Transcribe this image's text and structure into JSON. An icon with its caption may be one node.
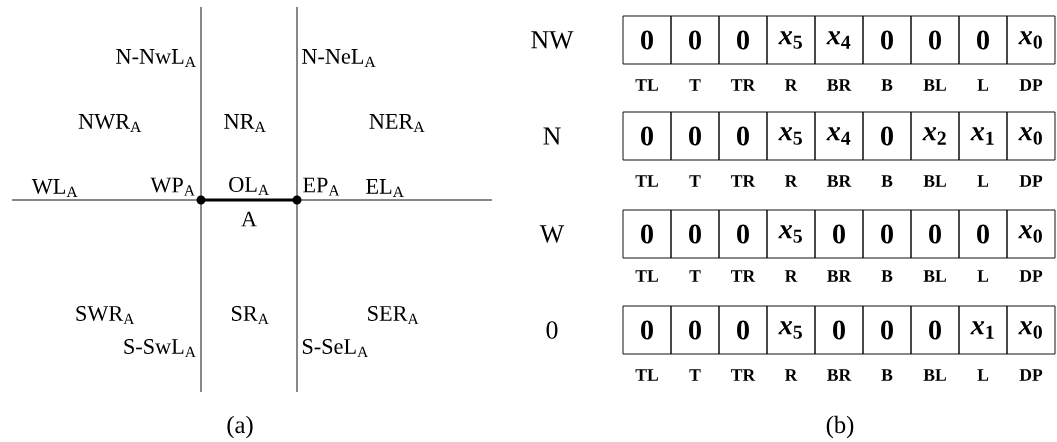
{
  "diagram": {
    "labels": [
      "N-NwL$_{A}$",
      "N-NeL$_{A}$",
      "NWR$_{A}$",
      "NR$_{A}$",
      "NER$_{A}$",
      "WL$_{A}$",
      "WP$_{A}$",
      "OL$_{A}$",
      "EP$_{A}$",
      "EL$_{A}$",
      "A",
      "SWR$_{A}$",
      "SR$_{A}$",
      "SER$_{A}$",
      "S-SwL$_{A}$",
      "S-SeL$_{A}$",
      "(a)",
      "NW",
      "0",
      "0",
      "0",
      "*x*$_{5}$",
      "*x*$_{4}$",
      "0",
      "0",
      "0",
      "*x*$_{0}$",
      "TL",
      "T",
      "TR",
      "R",
      "BR",
      "B",
      "BL",
      "L",
      "DP",
      "N",
      "0",
      "0",
      "0",
      "*x*$_{5}$",
      "*x*$_{4}$",
      "0",
      "*x*$_{2}$",
      "*x*$_{1}$",
      "*x*$_{0}$",
      "TL",
      "T",
      "TR",
      "R",
      "BR",
      "B",
      "BL",
      "L",
      "DP",
      "W",
      "0",
      "0",
      "0",
      "*x*$_{5}$",
      "0",
      "0",
      "0",
      "0",
      "*x*$_{0}$",
      "TL",
      "T",
      "TR",
      "R",
      "BR",
      "B",
      "BL",
      "L",
      "DP",
      "0",
      "0",
      "0",
      "0",
      "*x*$_{5}$",
      "0",
      "0",
      "0",
      "*x*$_{1}$",
      "*x*$_{0}$",
      "TL",
      "T",
      "TR",
      "R",
      "BR",
      "B",
      "BL",
      "L",
      "DP",
      "(b)"
    ]
  }
}
